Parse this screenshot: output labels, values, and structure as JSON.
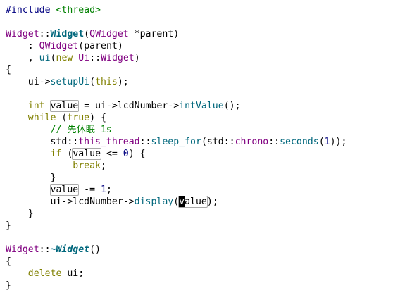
{
  "editor": {
    "lines": [
      {
        "t": "#include <thread>"
      },
      {
        "t": ""
      },
      {
        "t": "Widget::Widget(QWidget *parent)"
      },
      {
        "t": "    : QWidget(parent)"
      },
      {
        "t": "    , ui(new Ui::Widget)"
      },
      {
        "t": "{"
      },
      {
        "t": "    ui->setupUi(this);"
      },
      {
        "t": ""
      },
      {
        "t": "    int value = ui->lcdNumber->intValue();"
      },
      {
        "t": "    while (true) {"
      },
      {
        "t": "        // 先休眠 1s"
      },
      {
        "t": "        std::this_thread::sleep_for(std::chrono::seconds(1));"
      },
      {
        "t": "        if (value <= 0) {"
      },
      {
        "t": "            break;"
      },
      {
        "t": "        }"
      },
      {
        "t": "        value -= 1;"
      },
      {
        "t": "        ui->lcdNumber->display(value);"
      },
      {
        "t": "    }"
      },
      {
        "t": "}"
      },
      {
        "t": ""
      },
      {
        "t": "Widget::~Widget()"
      },
      {
        "t": "{"
      },
      {
        "t": "    delete ui;"
      },
      {
        "t": "}"
      }
    ],
    "tokens": {
      "include_kw": "#include",
      "include_file": "<thread>",
      "class_name": "Widget",
      "scope": "::",
      "ctor_name": "Widget",
      "param_type": "QWidget",
      "param_name": "*parent",
      "init_colon": ":",
      "base_class": "QWidget",
      "base_arg": "(parent)",
      "comma": ",",
      "member_ui": "ui",
      "new_kw": "new",
      "ui_ns": "Ui",
      "ui_widget": "Widget",
      "setup_ui_obj": "ui->",
      "setup_ui_fn": "setupUi",
      "this_kw": "this",
      "int_kw": "int",
      "value_var": "value",
      "lcd_chain": "ui->lcdNumber->",
      "int_value_fn": "intValue",
      "while_kw": "while",
      "true_kw": "true",
      "comment_text": "// 先休眠 1s",
      "std_ns": "std::",
      "this_thread": "this_thread",
      "sleep_for": "sleep_for",
      "chrono": "chrono",
      "seconds": "seconds",
      "one": "1",
      "if_kw": "if",
      "zero": "0",
      "break_kw": "break",
      "display_fn": "display",
      "delete_kw": "delete",
      "dtor_name": "~Widget",
      "cursor_char": "v",
      "value_rest": "alue"
    }
  }
}
